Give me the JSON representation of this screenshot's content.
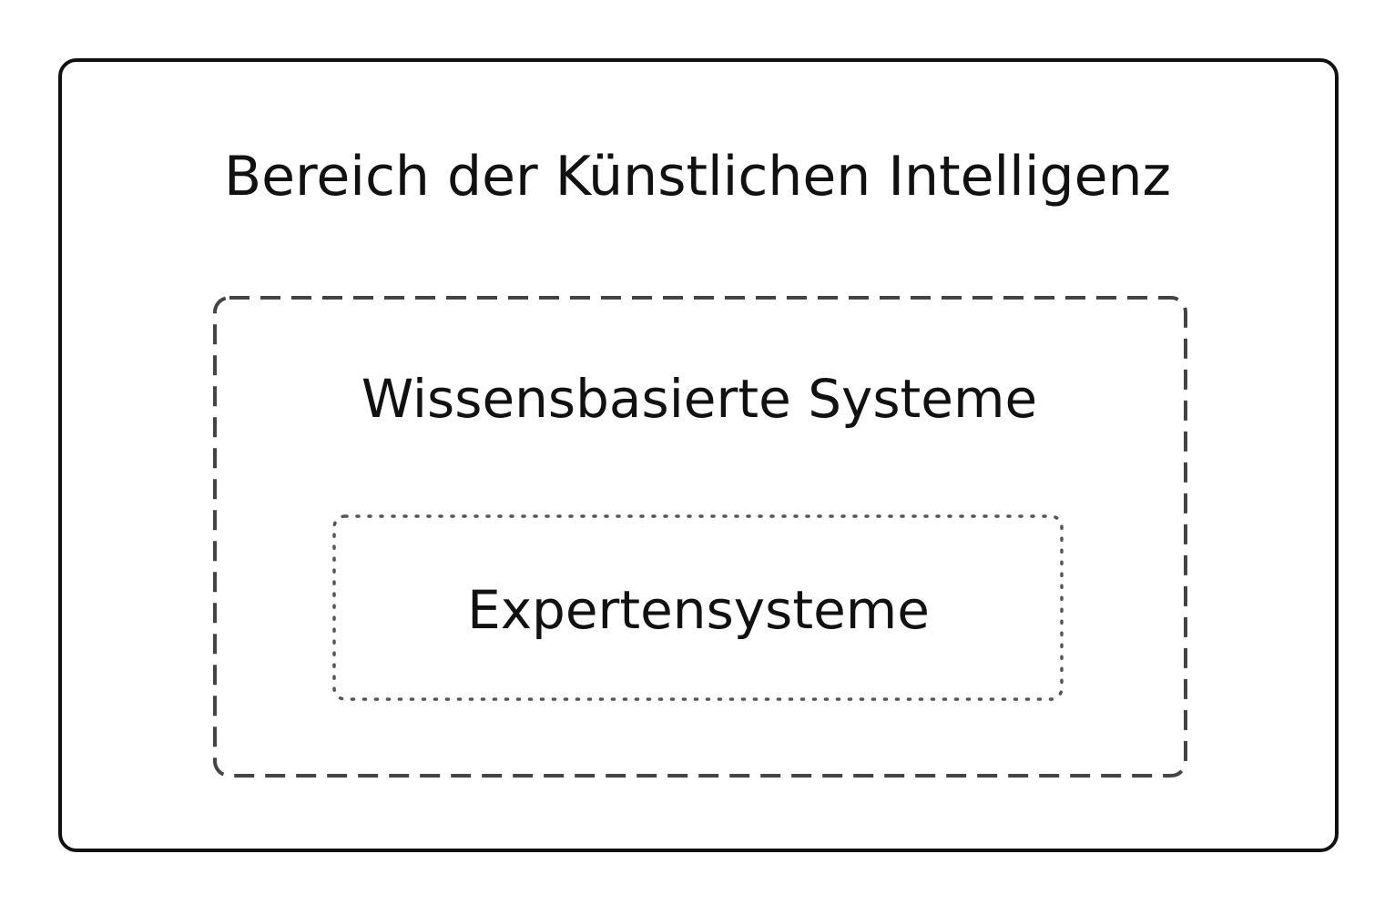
{
  "diagram": {
    "outer_label": "Bereich der Künstlichen Intelligenz",
    "middle_label": "Wissensbasierte Systeme",
    "inner_label": "Expertensysteme"
  },
  "colors": {
    "outer_stroke": "#111111",
    "middle_stroke": "#444444",
    "inner_stroke": "#555555",
    "text": "#111111",
    "background": "#ffffff"
  }
}
